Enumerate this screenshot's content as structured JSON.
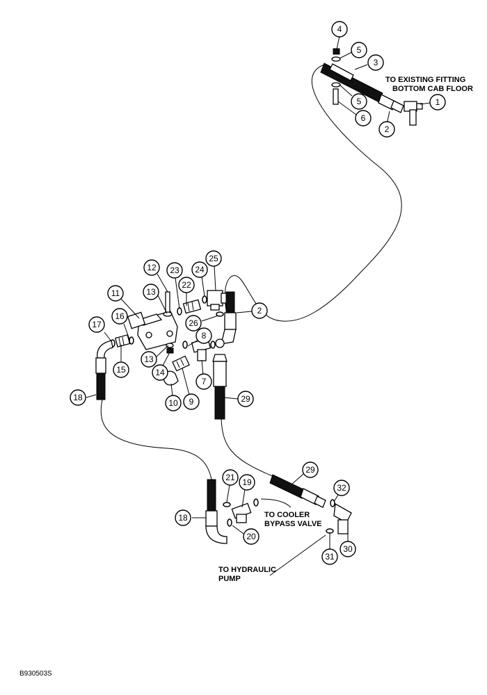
{
  "callouts": [
    {
      "id": "c1",
      "label": "1"
    },
    {
      "id": "c2a",
      "label": "2"
    },
    {
      "id": "c3",
      "label": "3"
    },
    {
      "id": "c4",
      "label": "4"
    },
    {
      "id": "c5a",
      "label": "5"
    },
    {
      "id": "c5b",
      "label": "5"
    },
    {
      "id": "c6",
      "label": "6"
    },
    {
      "id": "c2b",
      "label": "2"
    },
    {
      "id": "c7",
      "label": "7"
    },
    {
      "id": "c8",
      "label": "8"
    },
    {
      "id": "c9",
      "label": "9"
    },
    {
      "id": "c10",
      "label": "10"
    },
    {
      "id": "c11",
      "label": "11"
    },
    {
      "id": "c12",
      "label": "12"
    },
    {
      "id": "c13a",
      "label": "13"
    },
    {
      "id": "c13b",
      "label": "13"
    },
    {
      "id": "c14",
      "label": "14"
    },
    {
      "id": "c15",
      "label": "15"
    },
    {
      "id": "c16",
      "label": "16"
    },
    {
      "id": "c17",
      "label": "17"
    },
    {
      "id": "c18a",
      "label": "18"
    },
    {
      "id": "c18b",
      "label": "18"
    },
    {
      "id": "c19",
      "label": "19"
    },
    {
      "id": "c20",
      "label": "20"
    },
    {
      "id": "c21",
      "label": "21"
    },
    {
      "id": "c22",
      "label": "22"
    },
    {
      "id": "c23",
      "label": "23"
    },
    {
      "id": "c24",
      "label": "24"
    },
    {
      "id": "c25",
      "label": "25"
    },
    {
      "id": "c26",
      "label": "26"
    },
    {
      "id": "c29a",
      "label": "29"
    },
    {
      "id": "c29b",
      "label": "29"
    },
    {
      "id": "c30",
      "label": "30"
    },
    {
      "id": "c31",
      "label": "31"
    },
    {
      "id": "c32",
      "label": "32"
    }
  ],
  "notes": {
    "existing_fitting_line1": "TO EXISTING FITTING",
    "existing_fitting_line2": "BOTTOM CAB FLOOR",
    "cooler_line1": "TO COOLER",
    "cooler_line2": "BYPASS VALVE",
    "pump_line1": "TO HYDRAULIC",
    "pump_line2": "PUMP"
  },
  "drawing_id": "B930503S"
}
